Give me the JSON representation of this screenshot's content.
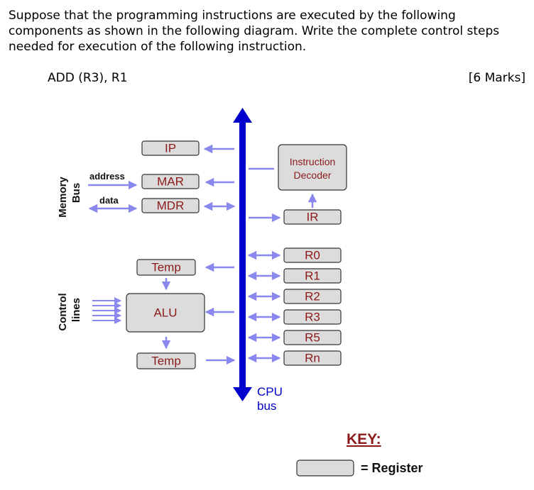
{
  "question": {
    "text": "Suppose that the programming instructions are executed by the following components as shown in the following diagram.  Write the complete control steps needed for execution of the following instruction.",
    "instruction": "ADD  (R3), R1",
    "marks": "[6 Marks]"
  },
  "diagram": {
    "memory_bus_label_1": "Memory",
    "memory_bus_label_2": "Bus",
    "control_lines_label_1": "Control",
    "control_lines_label_2": "lines",
    "address_label": "address",
    "data_label": "data",
    "ip": "IP",
    "mar": "MAR",
    "mdr": "MDR",
    "temp_top": "Temp",
    "alu": "ALU",
    "temp_bottom": "Temp",
    "decoder_line1": "Instruction",
    "decoder_line2": "Decoder",
    "ir": "IR",
    "registers": [
      "R0",
      "R1",
      "R2",
      "R3",
      "R5",
      "Rn"
    ],
    "cpu_bus_line1": "CPU",
    "cpu_bus_line2": "bus"
  },
  "key": {
    "title": "KEY:",
    "register_label": "= Register"
  },
  "colors": {
    "bus": "#0000cc",
    "arrow": "#8888ee",
    "register_text": "#8b1a1a",
    "register_fill": "#dcdcdc"
  }
}
